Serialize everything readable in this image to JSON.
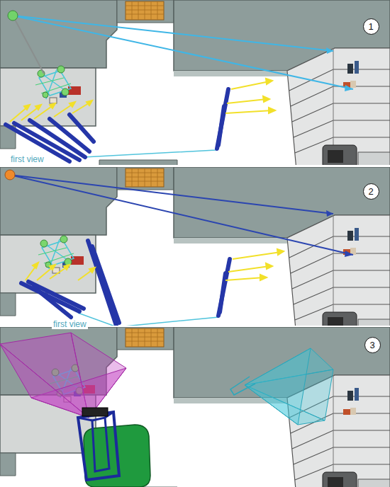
{
  "diagram": {
    "nodes": [
      {
        "text": [
          "1"
        ]
      },
      {
        "text": [
          "2"
        ]
      },
      {
        "text": [
          "3"
        ]
      }
    ],
    "labels": [
      "first view",
      "first view"
    ]
  }
}
